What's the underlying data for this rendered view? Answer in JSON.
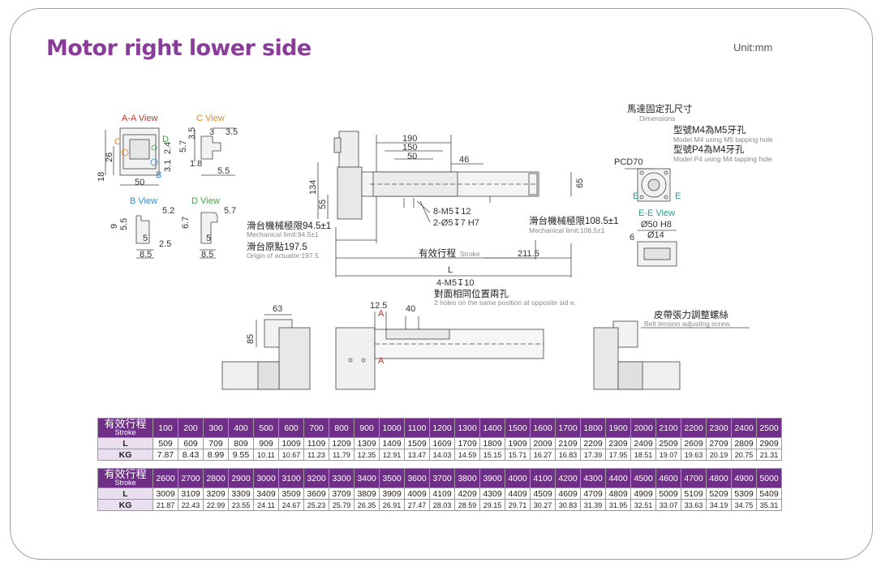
{
  "page": {
    "title": "Motor right lower side",
    "unit": "Unit:mm"
  },
  "drawing": {
    "views": {
      "aa_view": "A-A View",
      "c_view": "C View",
      "b_view": "B View",
      "d_view": "D View",
      "ee_view": "E-E View"
    },
    "markers": {
      "a": "A",
      "b": "B",
      "c": "C",
      "d": "D",
      "e": "E"
    },
    "dims": {
      "aa_26": "26",
      "aa_18": "18",
      "aa_50": "50",
      "c_35a": "3.5",
      "c_3": "3",
      "c_35b": "3.5",
      "c_57": "5.7",
      "c_24": "2.4",
      "c_31": "3.1",
      "c_18": "1.8",
      "c_55": "5.5",
      "b_52": "5.2",
      "b_9": "9",
      "b_55": "5.5",
      "b_5": "5",
      "b_25": "2.5",
      "b_85": "8.5",
      "d_57": "5.7",
      "d_67": "6.7",
      "d_5": "5",
      "d_85": "8.5",
      "main_190": "190",
      "main_150": "150",
      "main_50": "50",
      "main_46": "46",
      "main_134": "134",
      "main_55": "55",
      "main_65": "65",
      "holes_m5": "8-M5↧12",
      "holes_pin": "2-Ø5↧7 H7",
      "len_2115": "211.5",
      "len_l": "L",
      "pcd70": "PCD70",
      "e_phi50": "Ø50 H8",
      "e_6": "6",
      "e_phi14": "Ø14",
      "bot_63": "63",
      "bot_85": "85",
      "bot_125": "12.5",
      "bot_40": "40"
    },
    "notes": {
      "mech_limit_left_zh": "滑台機械極限94.5±1",
      "mech_limit_left_en": "Mechanical limit:94.5±1",
      "origin_zh": "滑台原點197.5",
      "origin_en": "Origin of actuator:197.5",
      "stroke_zh": "有效行程",
      "stroke_en": "Stroke",
      "mech_limit_right_zh": "滑台機械極限108.5±1",
      "mech_limit_right_en": "Mechanical limit:108.5±1",
      "motor_holes_zh": "馬達固定孔尺寸",
      "motor_holes_en": "Dimensions",
      "m4_zh": "型號M4為M5牙孔",
      "m4_en": "Model M4 using M5 tapping hole",
      "p4_zh": "型號P4為M4牙孔",
      "p4_en": "Model P4 using M4 tapping hole",
      "m5x10": "4-M5↧10",
      "opposite_zh": "對面相同位置兩孔",
      "opposite_en": "2 holes on the same position at opposite sid e.",
      "belt_zh": "皮帶張力調整螺絲",
      "belt_en": "Belt tension adjusting screw."
    }
  },
  "table": {
    "stroke_zh": "有效行程",
    "stroke_en": "Stroke",
    "row_l": "L",
    "row_kg": "KG",
    "part1": {
      "strokes": [
        "100",
        "200",
        "300",
        "400",
        "500",
        "600",
        "700",
        "800",
        "900",
        "1000",
        "1100",
        "1200",
        "1300",
        "1400",
        "1500",
        "1600",
        "1700",
        "1800",
        "1900",
        "2000",
        "2100",
        "2200",
        "2300",
        "2400",
        "2500"
      ],
      "l": [
        "509",
        "609",
        "709",
        "809",
        "909",
        "1009",
        "1109",
        "1209",
        "1309",
        "1409",
        "1509",
        "1609",
        "1709",
        "1809",
        "1909",
        "2009",
        "2109",
        "2209",
        "2309",
        "2409",
        "2509",
        "2609",
        "2709",
        "2809",
        "2909"
      ],
      "kg": [
        "7.87",
        "8.43",
        "8.99",
        "9.55",
        "10.11",
        "10.67",
        "11.23",
        "11.79",
        "12.35",
        "12.91",
        "13.47",
        "14.03",
        "14.59",
        "15.15",
        "15.71",
        "16.27",
        "16.83",
        "17.39",
        "17.95",
        "18.51",
        "19.07",
        "19.63",
        "20.19",
        "20.75",
        "21.31"
      ]
    },
    "part2": {
      "strokes": [
        "2600",
        "2700",
        "2800",
        "2900",
        "3000",
        "3100",
        "3200",
        "3300",
        "3400",
        "3500",
        "3600",
        "3700",
        "3800",
        "3900",
        "4000",
        "4100",
        "4200",
        "4300",
        "4400",
        "4500",
        "4600",
        "4700",
        "4800",
        "4900",
        "5000"
      ],
      "l": [
        "3009",
        "3109",
        "3209",
        "3309",
        "3409",
        "3509",
        "3609",
        "3709",
        "3809",
        "3909",
        "4009",
        "4109",
        "4209",
        "4309",
        "4409",
        "4509",
        "4609",
        "4709",
        "4809",
        "4909",
        "5009",
        "5109",
        "5209",
        "5309",
        "5409"
      ],
      "kg": [
        "21.87",
        "22.43",
        "22.99",
        "23.55",
        "24.11",
        "24.67",
        "25.23",
        "25.79",
        "26.35",
        "26.91",
        "27.47",
        "28.03",
        "28.59",
        "29.15",
        "29.71",
        "30.27",
        "30.83",
        "31.39",
        "31.95",
        "32.51",
        "33.07",
        "33.63",
        "34.19",
        "34.75",
        "35.31"
      ]
    }
  }
}
